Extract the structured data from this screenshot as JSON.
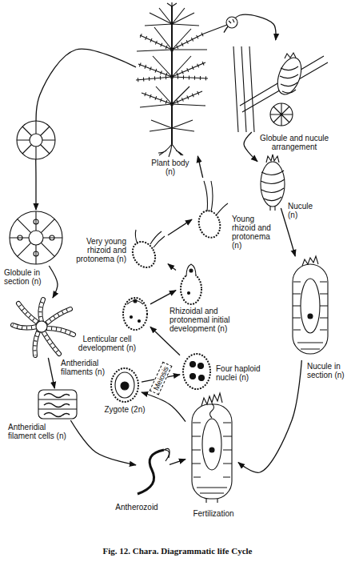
{
  "diagram": {
    "caption": "Fig. 12. Chara. Diagrammatic life Cycle",
    "nodes": [
      {
        "text": [
          "Plant body (n)"
        ]
      },
      {
        "text": [
          "Globule and nucule arrangement"
        ]
      },
      {
        "text": [
          "Nucule (n)"
        ]
      },
      {
        "text": [
          "Nucule in section (n)"
        ]
      },
      {
        "text": [
          "Fertilization"
        ]
      },
      {
        "text": [
          "Antherozoid"
        ]
      },
      {
        "text": [
          "Antheridial filament cells (n)"
        ]
      },
      {
        "text": [
          "Antheridial filaments (n)"
        ]
      },
      {
        "text": [
          "Globule in section (n)"
        ]
      },
      {
        "text": [
          "Zygote (2n)"
        ]
      },
      {
        "text": [
          "Four haploid nuclei (n)"
        ]
      },
      {
        "text": [
          "Lenticular cell development (n)"
        ]
      },
      {
        "text": [
          "Rhizoidal and protonemal initial development (n)"
        ]
      },
      {
        "text": [
          "Very young rhizoid and protonema (n)"
        ]
      },
      {
        "text": [
          "Young rhizoid and protonema (n)"
        ]
      }
    ],
    "edges": [
      {
        "from": 0,
        "to": 1,
        "arrow": "to"
      },
      {
        "from": 1,
        "to": 2,
        "arrow": "to"
      },
      {
        "from": 2,
        "to": 3,
        "arrow": "to"
      },
      {
        "from": 3,
        "to": 4,
        "arrow": "to"
      },
      {
        "from": 5,
        "to": 4,
        "arrow": "to"
      },
      {
        "from": 6,
        "to": 5,
        "arrow": "to"
      },
      {
        "from": 7,
        "to": 6,
        "arrow": "to"
      },
      {
        "from": 8,
        "to": 7,
        "arrow": "to"
      },
      {
        "from": 0,
        "to": 8,
        "arrow": "to"
      },
      {
        "from": 4,
        "to": 9,
        "arrow": "to"
      },
      {
        "from": 9,
        "to": 10,
        "label": "Meiosis",
        "arrow": "to"
      },
      {
        "from": 10,
        "to": 11,
        "arrow": "to"
      },
      {
        "from": 11,
        "to": 12,
        "arrow": "to"
      },
      {
        "from": 12,
        "to": 13,
        "arrow": "to"
      },
      {
        "from": 13,
        "to": 14,
        "arrow": "to"
      },
      {
        "from": 14,
        "to": 0,
        "arrow": "to"
      }
    ]
  }
}
